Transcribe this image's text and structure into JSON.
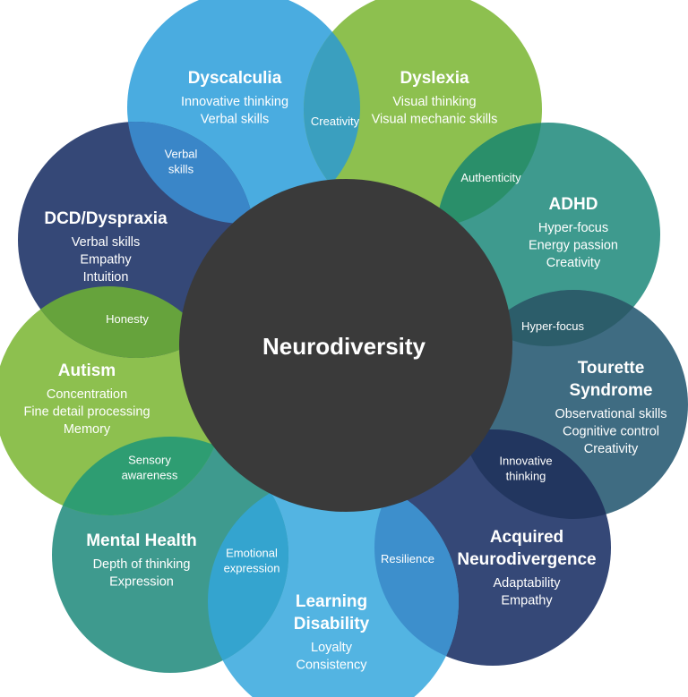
{
  "center": {
    "title": "Neurodiversity",
    "color": "#3a3a3a"
  },
  "petals": [
    {
      "id": "dyscalculia",
      "name": [
        "Dyscalculia"
      ],
      "traits": [
        "Innovative thinking",
        "Verbal skills"
      ],
      "color": "#4aace0"
    },
    {
      "id": "dyslexia",
      "name": [
        "Dyslexia"
      ],
      "traits": [
        "Visual thinking",
        "Visual mechanic skills"
      ],
      "color": "#8dc04f"
    },
    {
      "id": "adhd",
      "name": [
        "ADHD"
      ],
      "traits": [
        "Hyper-focus",
        "Energy passion",
        "Creativity"
      ],
      "color": "#3e9a8e"
    },
    {
      "id": "tourette",
      "name": [
        "Tourette",
        "Syndrome"
      ],
      "traits": [
        "Observational skills",
        "Cognitive control",
        "Creativity"
      ],
      "color": "#3f6c82"
    },
    {
      "id": "acquired",
      "name": [
        "Acquired",
        "Neurodivergence"
      ],
      "traits": [
        "Adaptability",
        "Empathy"
      ],
      "color": "#354877"
    },
    {
      "id": "learning",
      "name": [
        "Learning",
        "Disability"
      ],
      "traits": [
        "Loyalty",
        "Consistency"
      ],
      "color": "#53b4e2"
    },
    {
      "id": "mental-health",
      "name": [
        "Mental Health"
      ],
      "traits": [
        "Depth of thinking",
        "Expression"
      ],
      "color": "#3e9a8e"
    },
    {
      "id": "autism",
      "name": [
        "Autism"
      ],
      "traits": [
        "Concentration",
        "Fine detail processing",
        "Memory"
      ],
      "color": "#8dc04f"
    },
    {
      "id": "dcd",
      "name": [
        "DCD/Dyspraxia"
      ],
      "traits": [
        "Verbal skills",
        "Empathy",
        "Intuition"
      ],
      "color": "#354877"
    }
  ],
  "overlaps": [
    {
      "id": "creativity",
      "lines": [
        "Creativity"
      ],
      "between": [
        "dyscalculia",
        "dyslexia"
      ],
      "color": "#3a9fbf"
    },
    {
      "id": "authenticity",
      "lines": [
        "Authenticity"
      ],
      "between": [
        "dyslexia",
        "adhd"
      ],
      "color": "#2a8f6a"
    },
    {
      "id": "hyper-focus",
      "lines": [
        "Hyper-focus"
      ],
      "between": [
        "adhd",
        "tourette"
      ],
      "color": "#2c5d6a"
    },
    {
      "id": "innovative-thinking",
      "lines": [
        "Innovative",
        "thinking"
      ],
      "between": [
        "tourette",
        "acquired"
      ],
      "color": "#22365f"
    },
    {
      "id": "resilience",
      "lines": [
        "Resilience"
      ],
      "between": [
        "acquired",
        "learning"
      ],
      "color": "#3d8fcc"
    },
    {
      "id": "emotional-expression",
      "lines": [
        "Emotional",
        "expression"
      ],
      "between": [
        "learning",
        "mental-health"
      ],
      "color": "#34a4cf"
    },
    {
      "id": "sensory-awareness",
      "lines": [
        "Sensory",
        "awareness"
      ],
      "between": [
        "mental-health",
        "autism"
      ],
      "color": "#2e9d72"
    },
    {
      "id": "honesty",
      "lines": [
        "Honesty"
      ],
      "between": [
        "autism",
        "dcd"
      ],
      "color": "#66a33c"
    },
    {
      "id": "verbal-skills",
      "lines": [
        "Verbal",
        "skills"
      ],
      "between": [
        "dcd",
        "dyscalculia"
      ],
      "color": "#3a86c8"
    }
  ]
}
